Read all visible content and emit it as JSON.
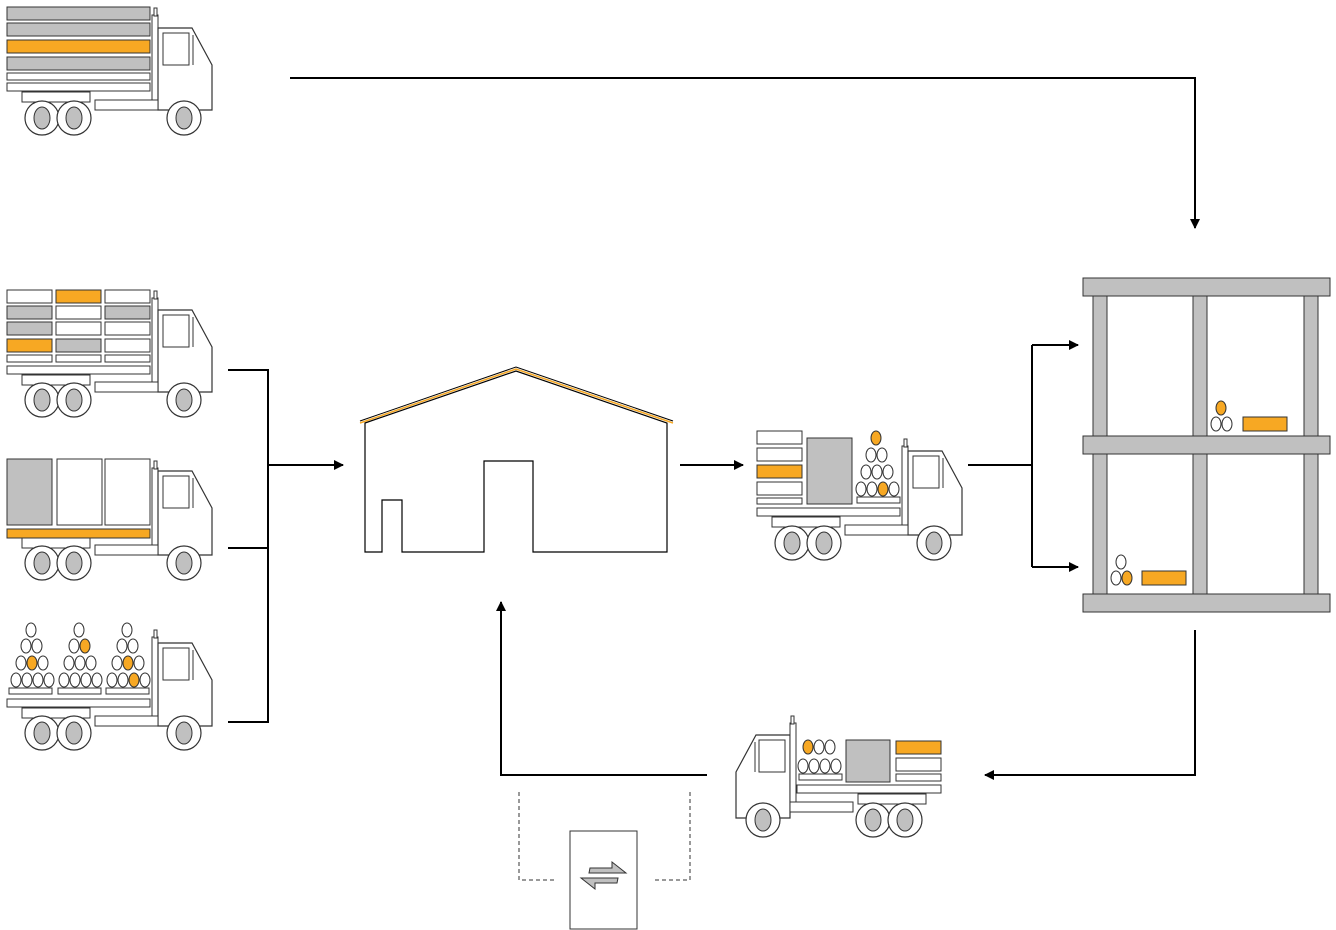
{
  "diagram": {
    "title": "",
    "colors": {
      "accent": "#F7A823",
      "grey": "#C0C0C0",
      "line": "#000000",
      "outline": "#333333",
      "background": "#FFFFFF"
    },
    "nodes": [
      {
        "id": "truck-direct-delivery",
        "kind": "truck",
        "cargo": "long-pipes"
      },
      {
        "id": "truck-supply-boxes",
        "kind": "truck",
        "cargo": "boxes"
      },
      {
        "id": "truck-supply-panels",
        "kind": "truck",
        "cargo": "panels"
      },
      {
        "id": "truck-supply-pipes",
        "kind": "truck",
        "cargo": "stacked-pipes"
      },
      {
        "id": "warehouse",
        "kind": "building"
      },
      {
        "id": "truck-mixed-delivery",
        "kind": "truck",
        "cargo": "mixed"
      },
      {
        "id": "building-site",
        "kind": "structure",
        "floors": 2
      },
      {
        "id": "truck-return",
        "kind": "truck",
        "cargo": "mixed-return"
      },
      {
        "id": "exchange-box",
        "kind": "symbol",
        "icon": "exchange-arrows-icon"
      }
    ],
    "edges": [
      {
        "from": "truck-direct-delivery",
        "to": "building-site"
      },
      {
        "from": "truck-supply-boxes",
        "to": "warehouse"
      },
      {
        "from": "truck-supply-panels",
        "to": "warehouse"
      },
      {
        "from": "truck-supply-pipes",
        "to": "warehouse"
      },
      {
        "from": "warehouse",
        "to": "truck-mixed-delivery"
      },
      {
        "from": "truck-mixed-delivery",
        "to": "building-site",
        "branches": [
          "upper-floor",
          "lower-floor"
        ]
      },
      {
        "from": "building-site",
        "to": "truck-return"
      },
      {
        "from": "truck-return",
        "to": "warehouse"
      },
      {
        "from": "exchange-box",
        "to": "warehouse",
        "style": "dashed"
      }
    ]
  }
}
